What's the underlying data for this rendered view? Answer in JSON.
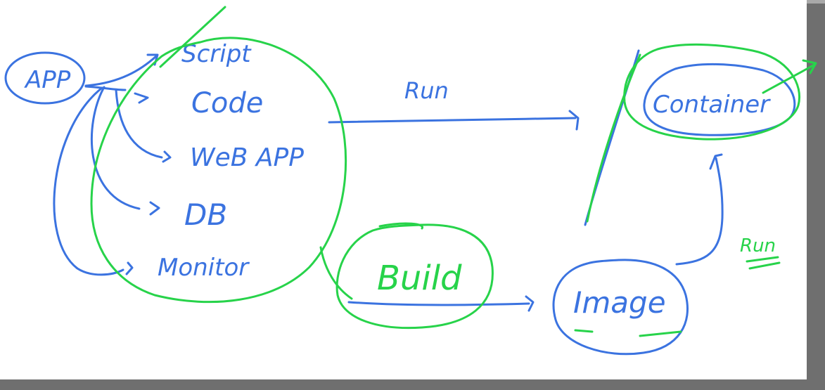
{
  "colors": {
    "canvas": "#a9a9a9",
    "page": "#ffffff",
    "page_shadow": "#6f6f6f",
    "ink_blue": "#3b73e0",
    "ink_green": "#27d34a"
  },
  "labels": {
    "app": "APP",
    "script": "Script",
    "code": "Code",
    "webapp": "WeB APP",
    "db": "DB",
    "monitor": "Monitor",
    "run_top": "Run",
    "build": "Build",
    "image": "Image",
    "container": "Container",
    "run_right": "Run"
  }
}
